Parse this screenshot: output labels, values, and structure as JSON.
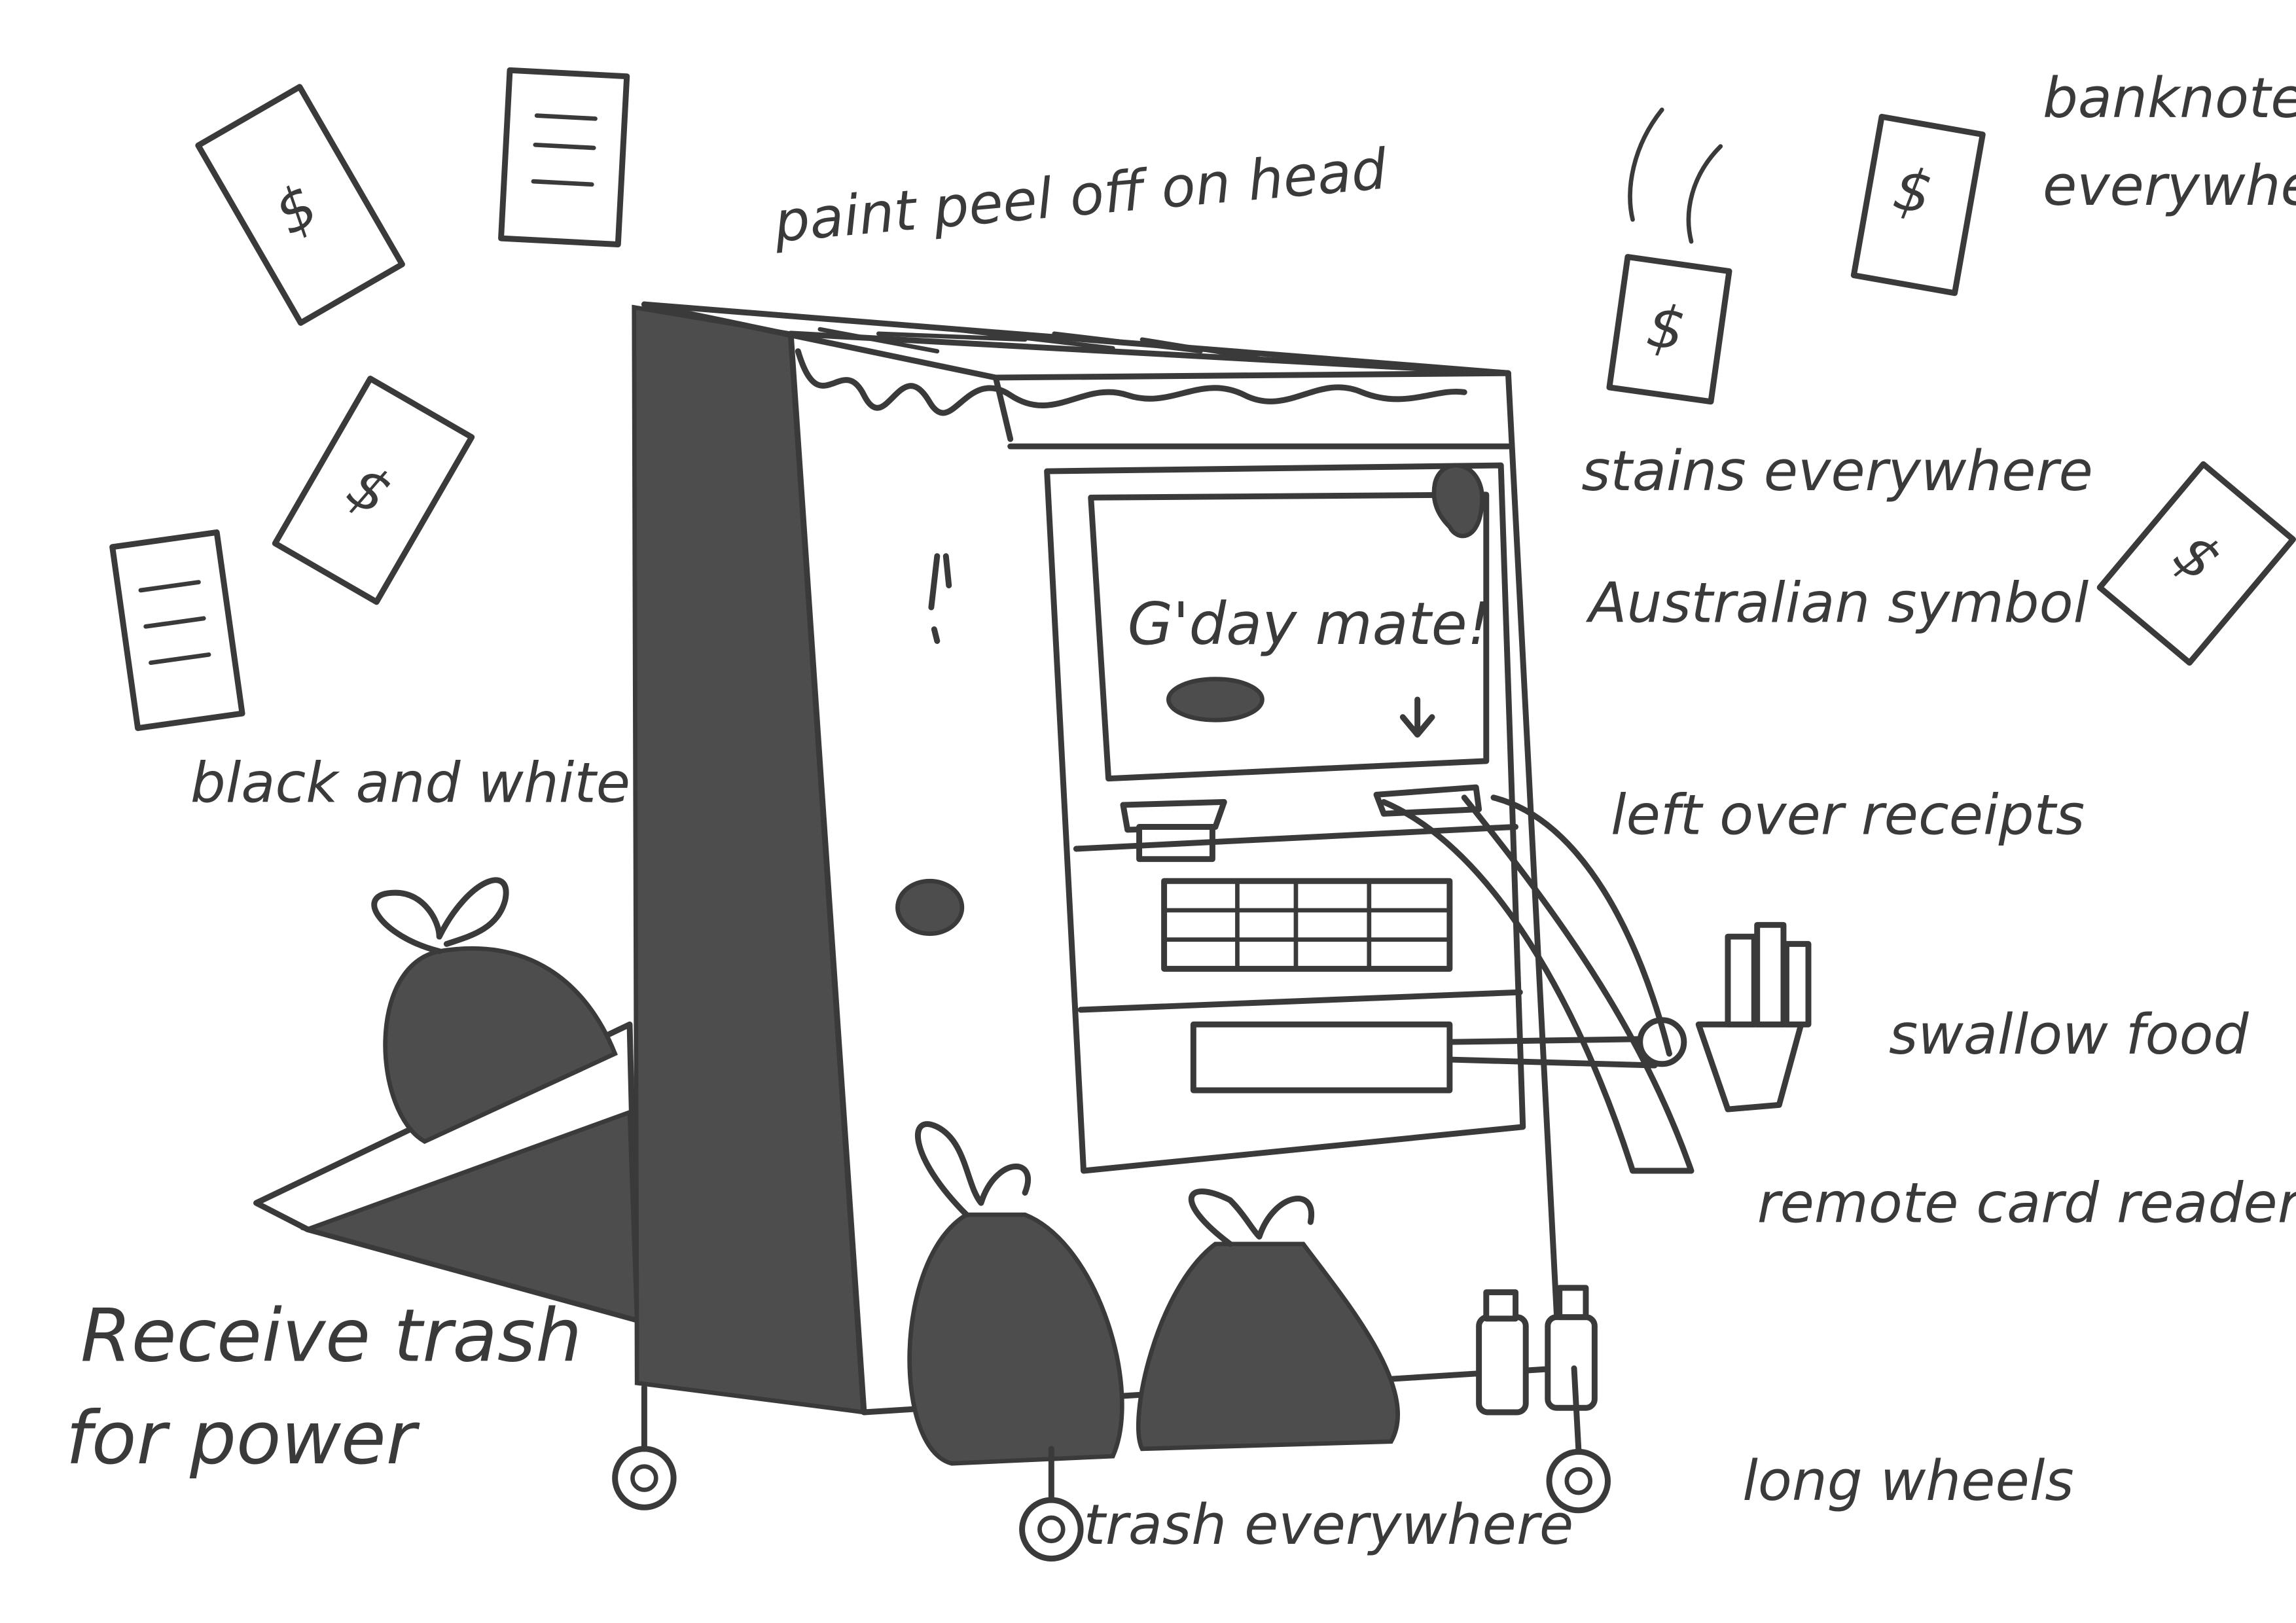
{
  "screen_text": "G'day mate!",
  "annotations": {
    "paint": "paint peel off on head",
    "banknotes_1": "banknotes",
    "banknotes_2": "everywhere",
    "stains": "stains everywhere",
    "australian": "Australian symbol",
    "receipts": "left over receipts",
    "swallow": "swallow food",
    "card_reader": "remote card reader",
    "black_white": "black and white",
    "receive_1": "Receive trash",
    "receive_2": "for power",
    "trash": "trash everywhere",
    "wheels": "long wheels"
  },
  "colors": {
    "ink": "#3a3a3a",
    "fill": "#4d4d4d",
    "paper": "#ffffff"
  }
}
